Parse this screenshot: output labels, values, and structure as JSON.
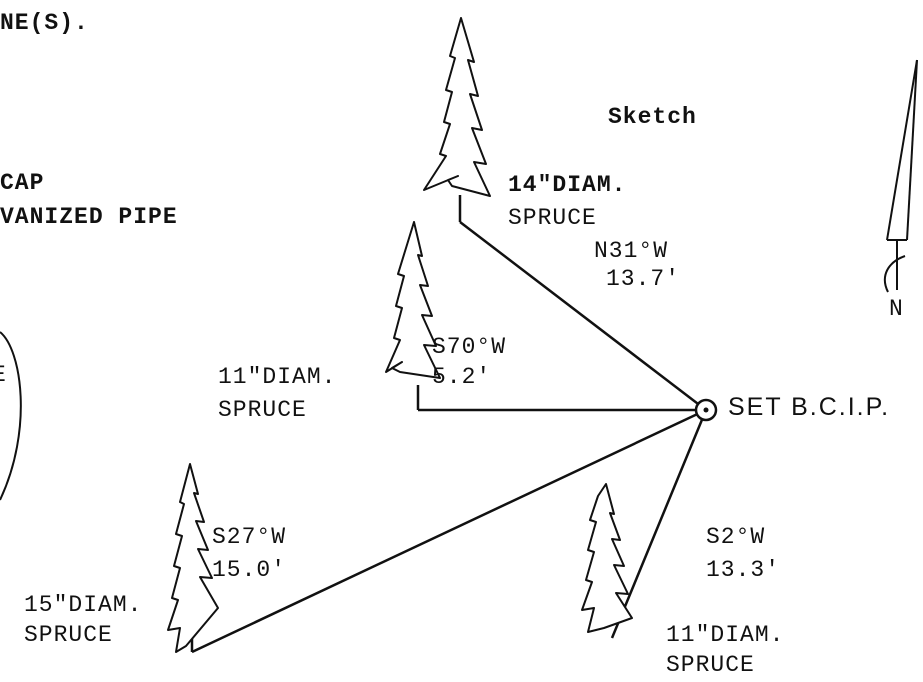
{
  "header": {
    "partial_line_1": "NE(S).",
    "partial_line_2": "CAP",
    "partial_line_3": "VANIZED PIPE",
    "partial_circle_letter": "E"
  },
  "sketch_title": "Sketch",
  "north_label": "N",
  "monument": {
    "label": "SET B.C.I.P."
  },
  "bearing_trees": [
    {
      "tree_label_1": "14\"DIAM.",
      "tree_label_2": "SPRUCE",
      "bearing": "N31°W",
      "distance": "13.7'"
    },
    {
      "tree_label_1": "11\"DIAM.",
      "tree_label_2": "SPRUCE",
      "bearing": "S70°W",
      "distance": "5.2'"
    },
    {
      "tree_label_1": "15\"DIAM.",
      "tree_label_2": "SPRUCE",
      "bearing": "S27°W",
      "distance": "15.0'"
    },
    {
      "tree_label_1": "11\"DIAM.",
      "tree_label_2": "SPRUCE",
      "bearing": "S2°W",
      "distance": "13.3'"
    }
  ],
  "colors": {
    "ink": "#111111",
    "paper": "#ffffff"
  }
}
